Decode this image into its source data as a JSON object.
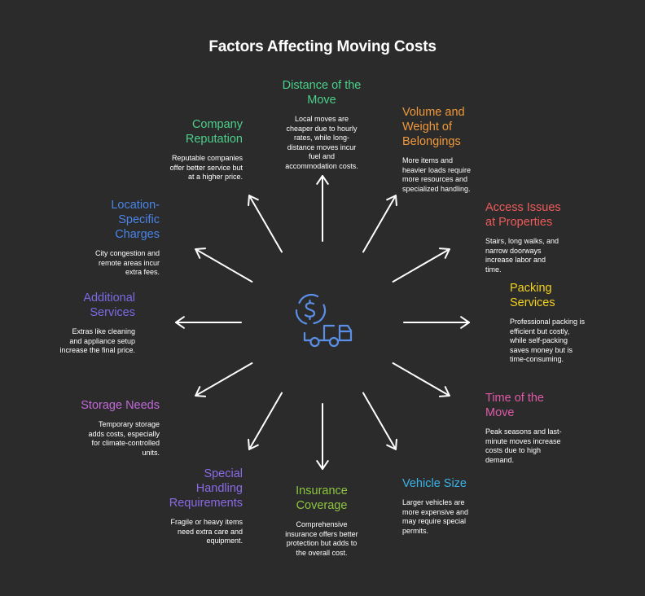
{
  "title": "Factors Affecting Moving Costs",
  "center_icons": [
    "dollar-coin-icon",
    "moving-truck-icon"
  ],
  "colors": {
    "background": "#2b2b2b",
    "arrow": "#ffffff",
    "center_icon": "#5b8ee6"
  },
  "factors": [
    {
      "id": "distance",
      "title": "Distance of the Move",
      "title_lines": [
        "Distance of the",
        "Move"
      ],
      "description": "Local moves are cheaper due to hourly rates, while long-distance moves incur fuel and accommodation costs.",
      "desc_lines": [
        "Local moves are",
        "cheaper due to hourly",
        "rates, while long-",
        "distance moves incur",
        "fuel and",
        "accommodation costs."
      ],
      "color": "#4ccf8a"
    },
    {
      "id": "volume",
      "title": "Volume and Weight of Belongings",
      "title_lines": [
        "Volume and",
        "Weight of",
        "Belongings"
      ],
      "description": "More items and heavier loads require more resources and specialized handling.",
      "desc_lines": [
        "More items and",
        "heavier loads require",
        "more resources and",
        "specialized handling."
      ],
      "color": "#f0983a"
    },
    {
      "id": "access",
      "title": "Access Issues at Properties",
      "title_lines": [
        "Access Issues",
        "at Properties"
      ],
      "description": "Stairs, long walks, and narrow doorways increase labor and time.",
      "desc_lines": [
        "Stairs, long walks, and",
        "narrow doorways",
        "increase labor and",
        "time."
      ],
      "color": "#ef5b5b"
    },
    {
      "id": "packing",
      "title": "Packing Services",
      "title_lines": [
        "Packing",
        "Services"
      ],
      "description": "Professional packing is efficient but costly, while self-packing saves money but is time-consuming.",
      "desc_lines": [
        "Professional packing is",
        "efficient but costly,",
        "while self-packing",
        "saves money but is",
        "time-consuming."
      ],
      "color": "#f2d21c"
    },
    {
      "id": "time",
      "title": "Time of the Move",
      "title_lines": [
        "Time of the",
        "Move"
      ],
      "description": "Peak seasons and last-minute moves increase costs due to high demand.",
      "desc_lines": [
        "Peak seasons and last-",
        "minute moves increase",
        "costs due to high",
        "demand."
      ],
      "color": "#e05aa8"
    },
    {
      "id": "vehicle",
      "title": "Vehicle Size",
      "title_lines": [
        "Vehicle Size"
      ],
      "description": "Larger vehicles are more expensive and may require special permits.",
      "desc_lines": [
        "Larger vehicles are",
        "more expensive and",
        "may require special",
        "permits."
      ],
      "color": "#3ab4e8"
    },
    {
      "id": "insurance",
      "title": "Insurance Coverage",
      "title_lines": [
        "Insurance",
        "Coverage"
      ],
      "description": "Comprehensive insurance offers better protection but adds to the overall cost.",
      "desc_lines": [
        "Comprehensive",
        "insurance offers better",
        "protection but adds to",
        "the overall cost."
      ],
      "color": "#8cc63f"
    },
    {
      "id": "special",
      "title": "Special Handling Requirements",
      "title_lines": [
        "Special",
        "Handling",
        "Requirements"
      ],
      "description": "Fragile or heavy items need extra care and equipment.",
      "desc_lines": [
        "Fragile or heavy items",
        "need extra care and",
        "equipment."
      ],
      "color": "#8a6ae6"
    },
    {
      "id": "storage",
      "title": "Storage Needs",
      "title_lines": [
        "Storage Needs"
      ],
      "description": "Temporary storage adds costs, especially for climate-controlled units.",
      "desc_lines": [
        "Temporary storage",
        "adds costs, especially",
        "for climate-controlled",
        "units."
      ],
      "color": "#c06ad8"
    },
    {
      "id": "additional",
      "title": "Additional Services",
      "title_lines": [
        "Additional",
        "Services"
      ],
      "description": "Extras like cleaning and appliance setup increase the final price.",
      "desc_lines": [
        "Extras like cleaning",
        "and appliance setup",
        "increase the final price."
      ],
      "color": "#7a6ae6"
    },
    {
      "id": "location",
      "title": "Location-Specific Charges",
      "title_lines": [
        "Location-",
        "Specific",
        "Charges"
      ],
      "description": "City congestion and remote areas incur extra fees.",
      "desc_lines": [
        "City congestion and",
        "remote areas incur",
        "extra fees."
      ],
      "color": "#4a84e8"
    },
    {
      "id": "reputation",
      "title": "Company Reputation",
      "title_lines": [
        "Company",
        "Reputation"
      ],
      "description": "Reputable companies offer better service but at a higher price.",
      "desc_lines": [
        "Reputable companies",
        "offer better service but",
        "at a higher price."
      ],
      "color": "#4ccf8a"
    }
  ]
}
